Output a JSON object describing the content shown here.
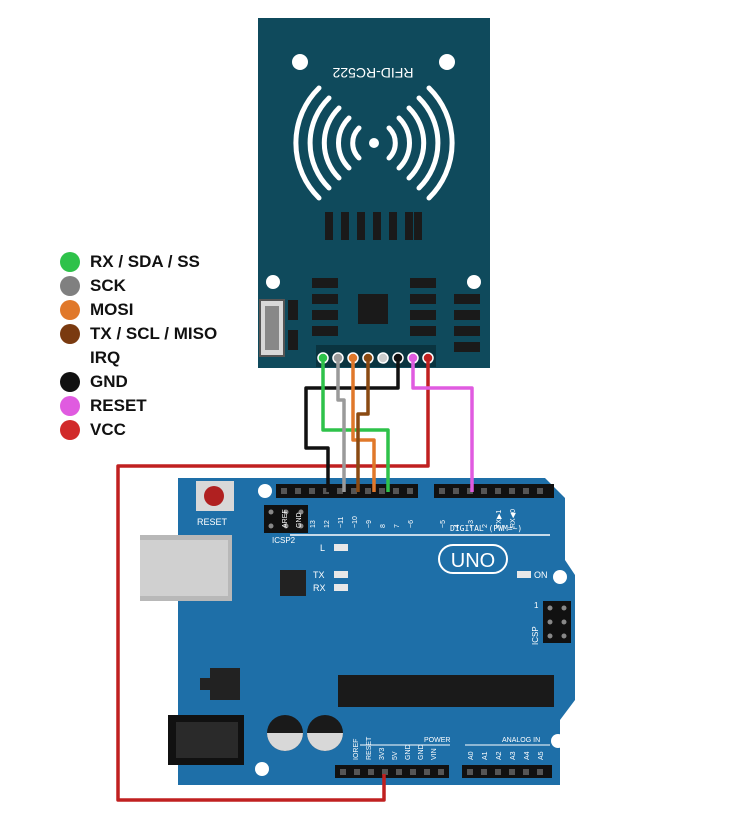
{
  "legend": [
    {
      "label": "RX / SDA / SS",
      "color": "#2ec24a"
    },
    {
      "label": "SCK",
      "color": "#808080"
    },
    {
      "label": "MOSI",
      "color": "#e0782a"
    },
    {
      "label": "TX / SCL / MISO",
      "color": "#7a3a10"
    },
    {
      "label": "IRQ",
      "color": ""
    },
    {
      "label": "GND",
      "color": "#111111"
    },
    {
      "label": "RESET",
      "color": "#e05be0"
    },
    {
      "label": "VCC",
      "color": "#d12a2a"
    }
  ],
  "rfid": {
    "name": "RFID-RC522",
    "board_color": "#0f4a5c"
  },
  "arduino": {
    "model": "UNO",
    "board_color": "#1e6fa8",
    "reset_label": "RESET",
    "icsp2_label": "ICSP2",
    "icsp_label": "ICSP",
    "digital_label": "DIGITAL (PWM=~)",
    "led_l": "L",
    "led_tx": "TX",
    "led_rx": "RX",
    "led_on": "ON",
    "power_label": "POWER",
    "analog_label": "ANALOG IN",
    "top_pins": [
      "AREF",
      "GND",
      "13",
      "12",
      "~11",
      "~10",
      "~9",
      "8",
      "7",
      "~6",
      "~5",
      "4",
      "~3",
      "2",
      "TX▶1",
      "RX◀0"
    ],
    "power_pins": [
      "IOREF",
      "RESET",
      "3V3",
      "5V",
      "GND",
      "GND",
      "VIN"
    ],
    "analog_pins": [
      "A0",
      "A1",
      "A2",
      "A3",
      "A4",
      "A5"
    ],
    "icsp_num": "1"
  },
  "wire_colors": {
    "sda": "#2ec24a",
    "sck": "#9a9a9a",
    "mosi": "#e0782a",
    "miso": "#8a4a12",
    "gnd": "#111111",
    "rst": "#e05be0",
    "vcc": "#c02020"
  }
}
